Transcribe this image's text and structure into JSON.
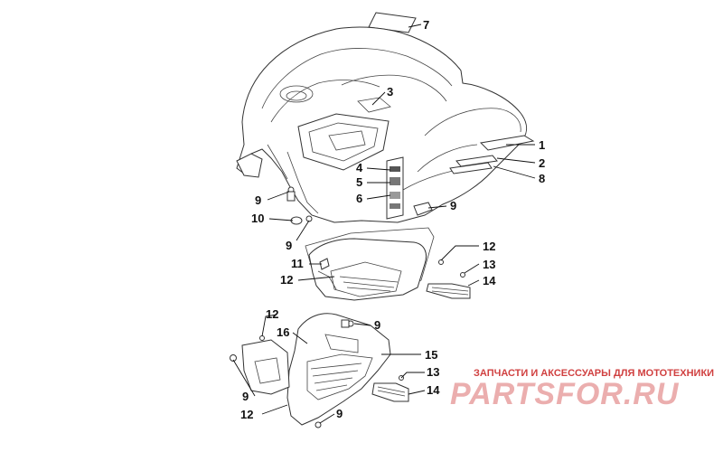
{
  "watermark": {
    "caption": "ЗАПЧАСТИ И АКСЕССУАРЫ ДЛЯ МОТОТЕХНИКИ",
    "logo": "PARTSFOR.RU"
  },
  "callouts": [
    {
      "id": "c7",
      "text": "7"
    },
    {
      "id": "c3",
      "text": "3"
    },
    {
      "id": "c1",
      "text": "1"
    },
    {
      "id": "c2",
      "text": "2"
    },
    {
      "id": "c8",
      "text": "8"
    },
    {
      "id": "c4",
      "text": "4"
    },
    {
      "id": "c5",
      "text": "5"
    },
    {
      "id": "c6",
      "text": "6"
    },
    {
      "id": "c9a",
      "text": "9"
    },
    {
      "id": "c9b",
      "text": "9"
    },
    {
      "id": "c10",
      "text": "10"
    },
    {
      "id": "c9c",
      "text": "9"
    },
    {
      "id": "c12a",
      "text": "12"
    },
    {
      "id": "c11",
      "text": "11"
    },
    {
      "id": "c13a",
      "text": "13"
    },
    {
      "id": "c12b",
      "text": "12"
    },
    {
      "id": "c14a",
      "text": "14"
    },
    {
      "id": "c12c",
      "text": "12"
    },
    {
      "id": "c9d",
      "text": "9"
    },
    {
      "id": "c16",
      "text": "16"
    },
    {
      "id": "c15",
      "text": "15"
    },
    {
      "id": "c13b",
      "text": "13"
    },
    {
      "id": "c9e",
      "text": "9"
    },
    {
      "id": "c14b",
      "text": "14"
    },
    {
      "id": "c12d",
      "text": "12"
    },
    {
      "id": "c9f",
      "text": "9"
    }
  ],
  "colors": {
    "line": "#111111",
    "watermark": "#d04040"
  }
}
